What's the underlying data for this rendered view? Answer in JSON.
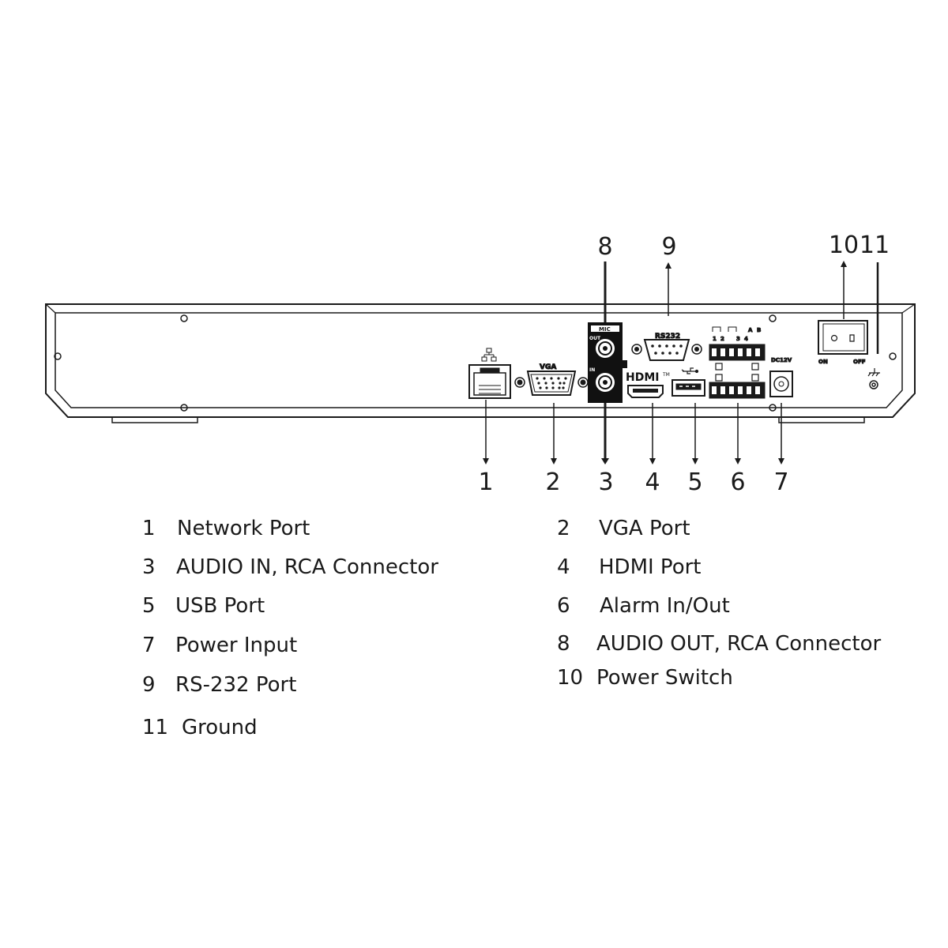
{
  "panel": {
    "labels": {
      "mic": "MIC",
      "out": "OUT",
      "in": "IN",
      "rs232": "RS232",
      "vga": "VGA",
      "hdmi": "HDMI",
      "hdmi_tm": "TM",
      "dc": "DC12V",
      "on": "ON",
      "off": "OFF",
      "alarm_a": "A",
      "alarm_b": "B",
      "alarm_1": "1",
      "alarm_2": "2",
      "alarm_3": "3",
      "alarm_4": "4"
    }
  },
  "callouts": {
    "n1": "1",
    "n2": "2",
    "n3": "3",
    "n4": "4",
    "n5": "5",
    "n6": "6",
    "n7": "7",
    "n8": "8",
    "n9": "9",
    "n10": "10",
    "n11": "11"
  },
  "legend": [
    {
      "num": "1",
      "text": "Network Port"
    },
    {
      "num": "2",
      "text": "VGA Port"
    },
    {
      "num": "3",
      "text": "AUDIO IN, RCA Connector"
    },
    {
      "num": "4",
      "text": "HDMI Port"
    },
    {
      "num": "5",
      "text": "USB Port"
    },
    {
      "num": "6",
      "text": "Alarm In/Out"
    },
    {
      "num": "7",
      "text": "Power Input"
    },
    {
      "num": "8",
      "text": "AUDIO OUT, RCA Connector"
    },
    {
      "num": "9",
      "text": "RS-232 Port"
    },
    {
      "num": "10",
      "text": "Power Switch"
    },
    {
      "num": "11",
      "text": "Ground"
    }
  ]
}
